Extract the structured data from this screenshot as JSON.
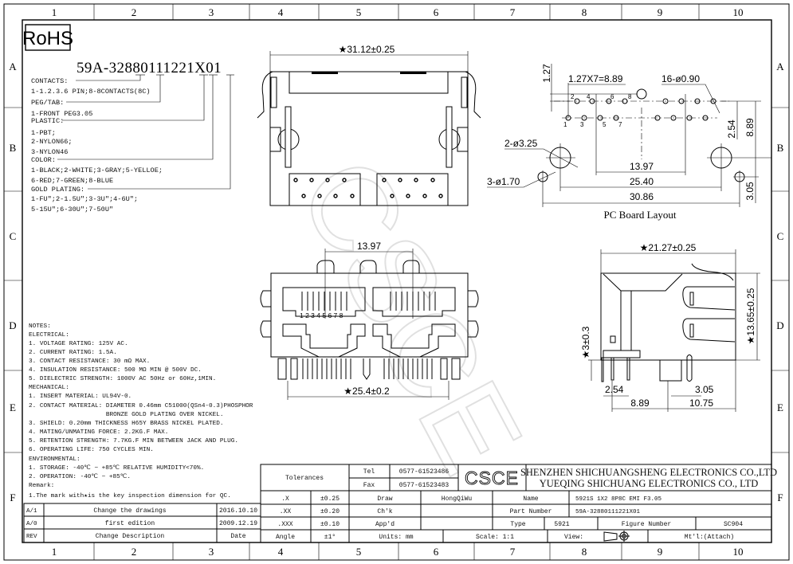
{
  "frame": {
    "columns": [
      "1",
      "2",
      "3",
      "4",
      "5",
      "6",
      "7",
      "8",
      "9",
      "10"
    ],
    "rows": [
      "A",
      "B",
      "C",
      "D",
      "E",
      "F"
    ]
  },
  "rohs": "RoHS",
  "part_code": "59A-32880111221X01",
  "legend": [
    "CONTACTS:",
    "1-1.2.3.6 PIN;8-8CONTACTS(8C)",
    "PEG/TAB:",
    "1-FRONT PEG3.05",
    "PLASTIC:",
    "1-PBT;",
    "2-NYLON66;",
    "3-NYLON46",
    "COLOR:",
    "1-BLACK;2-WHITE;3-GRAY;5-YELLOE;",
    "6-RED;7-GREEN;8-BLUE",
    "GOLD PLATING:",
    "1-FU\";2-1.5U\";3-3U\";4-6U\";",
    "5-15U\";6-30U\";7-50U\""
  ],
  "notes": [
    "NOTES:",
    "ELECTRICAL:",
    "1. VOLTAGE RATING: 125V AC.",
    "2. CURRENT RATING: 1.5A.",
    "3. CONTACT RESISTANCE: 30 mΩ MAX.",
    "4. INSULATION RESISTANCE: 500 MΩ MIN @ 500V DC.",
    "5. DIELECTRIC STRENGTH: 1000V AC 50Hz or 60Hz,1MIN.",
    "MECHANICAL:",
    "1. INSERT MATERIAL: UL94V-0.",
    "2. CONTACT MATERIAL: DIAMETER 0.46mm C51000(QSn4-0.3)PHOSPHOR",
    "                     BRONZE GOLD PLATING OVER NICKEL.",
    "3. SHIELD: 0.20mm THICKNESS H65Y BRASS NICKEL PLATED.",
    "4. MATING/UNMATING FORCE: 2.2KG.F MAX.",
    "5. RETENTION STRENGTH: 7.7KG.F MIN BETWEEN JACK AND PLUG.",
    "6. OPERATING LIFE: 750 CYCLES MIN.",
    "ENVIRONMENTAL:",
    "1. STORAGE: -40℃ ~ +85℃ RELATIVE HUMIDITY<70%.",
    "2. OPERATION: -40℃ ~ +85℃.",
    "Remark:",
    "1.The mark with★is the key inspection dimension for QC."
  ],
  "top_view": {
    "width_dim": "★31.12±0.25"
  },
  "front_view": {
    "pitch_dim": "13.97",
    "pin_numbers": "1 2 3 4 5 6 7 8",
    "width_dim": "★25.4±0.2"
  },
  "side_view": {
    "depth_dim": "★21.27±0.25",
    "height_dim": "★13.65±0.25",
    "standoff_dim": "★3±0.3",
    "pin_pitch": "2.54",
    "peg_offset": "3.05",
    "pin_to_peg": "8.89",
    "peg_to_front": "10.75"
  },
  "pcb_layout": {
    "title": "PC Board Layout",
    "pitch_dim": "1.27X7=8.89",
    "pin_holes": "16-ø0.90",
    "row_offset": "1.27",
    "mount_holes": "2-ø3.25",
    "small_holes": "3-ø1.70",
    "port_pitch": "13.97",
    "mount_span": "25.40",
    "overall_span": "30.86",
    "row_pitch": "2.54",
    "pin_to_mount": "8.89",
    "mount_to_small": "3.05",
    "pin_labels_top": [
      "2",
      "4",
      "6",
      "8"
    ],
    "pin_labels_bottom": [
      "1",
      "3",
      "5",
      "7"
    ]
  },
  "watermark": "CSCE",
  "title_block": {
    "tolerances_label": "Tolerances",
    "tolerances": [
      {
        "key": ".X",
        "value": "±0.25"
      },
      {
        "key": ".XX",
        "value": "±0.20"
      },
      {
        "key": ".XXX",
        "value": "±0.10"
      },
      {
        "key": "Angle",
        "value": "±1°"
      }
    ],
    "tel_label": "Tel",
    "tel": "0577-61523486",
    "fax_label": "Fax",
    "fax": "0577-61523483",
    "logo": "CSCE",
    "company_1": "SHENZHEN SHICHUANGSHENG ELECTRONICS CO.,LTD",
    "company_2": "YUEQING SHICHUANG ELECTRONICS CO., LTD",
    "draw_label": "Draw",
    "draw": "HongQiWu",
    "check_label": "Ch'k",
    "approve_label": "App'd",
    "name_label": "Name",
    "name": "5921S 1X2 8P8C EMI F3.05",
    "part_number_label": "Part Number",
    "part_number": "59A-32880111221X01",
    "type_label": "Type",
    "type": "5921",
    "figure_number_label": "Figure Number",
    "figure_number": "SC904",
    "units": "Units: mm",
    "scale": "Scale: 1:1",
    "view_label": "View:",
    "material": "Mt'l:(Attach)"
  },
  "revisions": {
    "rows": [
      {
        "rev": "A/1",
        "description": "Change the drawings",
        "date": "2016.10.10"
      },
      {
        "rev": "A/0",
        "description": "first edition",
        "date": "2009.12.19"
      }
    ],
    "header": {
      "rev": "REV",
      "description": "Change Description",
      "date": "Date"
    }
  }
}
